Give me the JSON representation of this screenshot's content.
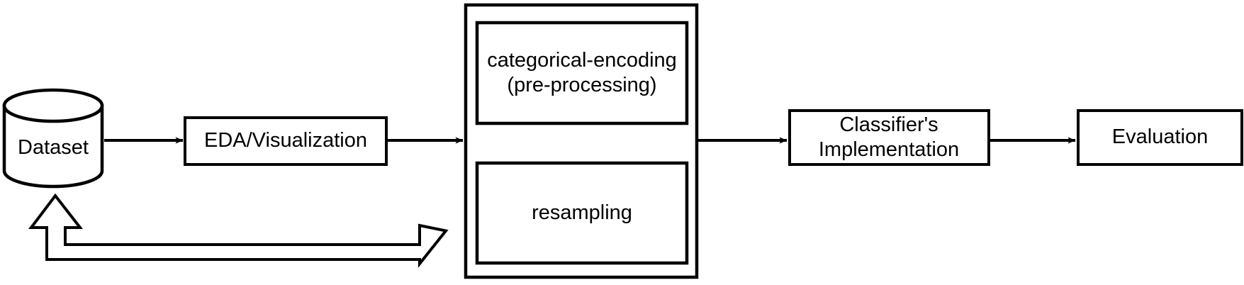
{
  "diagram": {
    "title": "Machine learning pipeline flowchart",
    "background_color": "#ffffff",
    "stroke_color": "#000000",
    "text_color": "#000000",
    "nodes": [
      {
        "id": "dataset",
        "label": "Dataset",
        "shape": "cylinder"
      },
      {
        "id": "eda",
        "label": "EDA/Visualization",
        "shape": "rectangle"
      },
      {
        "id": "preprocess",
        "label": "",
        "shape": "container"
      },
      {
        "id": "catenc",
        "label": "categorical-encoding\n(pre-processing)",
        "shape": "rectangle"
      },
      {
        "id": "resample",
        "label": "resampling",
        "shape": "rectangle"
      },
      {
        "id": "classifier",
        "label": "Classifier's\nImplementation",
        "shape": "rectangle"
      },
      {
        "id": "evaluation",
        "label": "Evaluation",
        "shape": "rectangle"
      }
    ],
    "edges": [
      {
        "id": "e1",
        "from": "dataset",
        "to": "eda",
        "style": "solid-arrow"
      },
      {
        "id": "e2",
        "from": "eda",
        "to": "preprocess",
        "style": "solid-arrow"
      },
      {
        "id": "e3",
        "from": "preprocess",
        "to": "classifier",
        "style": "solid-arrow"
      },
      {
        "id": "e4",
        "from": "classifier",
        "to": "evaluation",
        "style": "solid-arrow"
      },
      {
        "id": "e5",
        "from": "preprocess",
        "to": "dataset",
        "style": "hollow-block-double-arrow"
      }
    ]
  }
}
